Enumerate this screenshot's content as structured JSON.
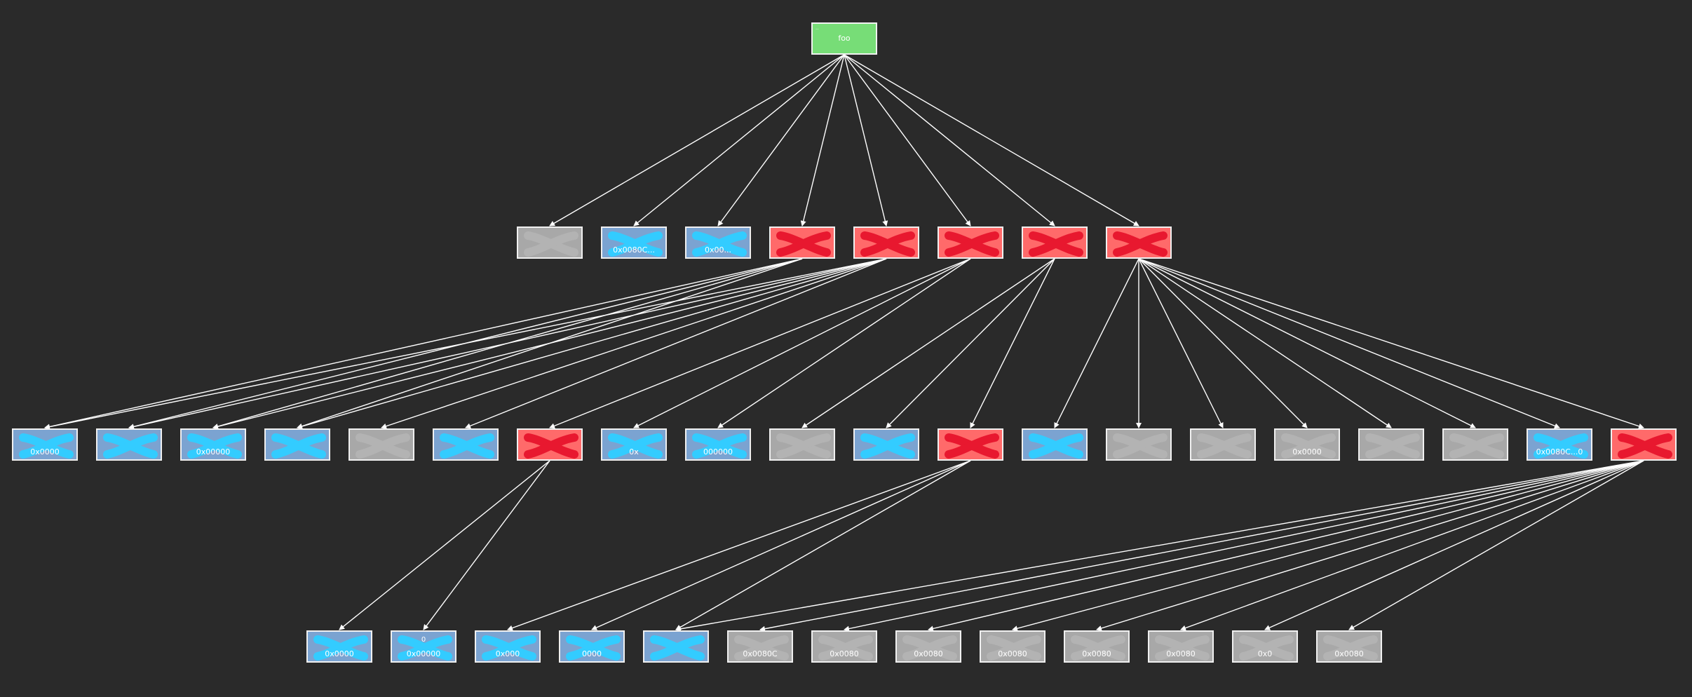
{
  "root": {
    "id": "root",
    "title": "foo",
    "tag": "..",
    "kind": "root"
  },
  "levels": [
    [
      {
        "id": "l1-0",
        "kind": "grey",
        "title": "",
        "addr": ""
      },
      {
        "id": "l1-1",
        "kind": "blue",
        "title": "",
        "addr": "0x0080C..."
      },
      {
        "id": "l1-2",
        "kind": "blue",
        "title": "",
        "addr": "0x00..."
      },
      {
        "id": "l1-3",
        "kind": "red",
        "title": "",
        "addr": ""
      },
      {
        "id": "l1-4",
        "kind": "red",
        "title": "",
        "addr": ""
      },
      {
        "id": "l1-5",
        "kind": "red",
        "title": "",
        "addr": ""
      },
      {
        "id": "l1-6",
        "kind": "red",
        "title": "",
        "addr": ""
      },
      {
        "id": "l1-7",
        "kind": "red",
        "title": "",
        "addr": ""
      }
    ],
    [
      {
        "id": "l2-0",
        "kind": "blue",
        "title": "",
        "addr": "0x0000"
      },
      {
        "id": "l2-1",
        "kind": "blue",
        "title": "",
        "addr": ""
      },
      {
        "id": "l2-2",
        "kind": "blue",
        "title": "",
        "addr": "0x00000"
      },
      {
        "id": "l2-3",
        "kind": "blue",
        "title": "",
        "addr": ""
      },
      {
        "id": "l2-4",
        "kind": "grey",
        "title": "",
        "addr": ""
      },
      {
        "id": "l2-5",
        "kind": "blue",
        "title": "",
        "addr": ""
      },
      {
        "id": "l2-6",
        "kind": "red",
        "title": "",
        "addr": ""
      },
      {
        "id": "l2-7",
        "kind": "blue",
        "title": "",
        "addr": "0x"
      },
      {
        "id": "l2-8",
        "kind": "blue",
        "title": "",
        "addr": "000000"
      },
      {
        "id": "l2-9",
        "kind": "grey",
        "title": "",
        "addr": ""
      },
      {
        "id": "l2-10",
        "kind": "blue",
        "title": "",
        "addr": ""
      },
      {
        "id": "l2-11",
        "kind": "red",
        "title": "",
        "addr": ""
      },
      {
        "id": "l2-12",
        "kind": "blue",
        "title": "",
        "addr": ""
      },
      {
        "id": "l2-13",
        "kind": "grey",
        "title": "",
        "addr": ""
      },
      {
        "id": "l2-14",
        "kind": "grey",
        "title": "",
        "addr": ""
      },
      {
        "id": "l2-15",
        "kind": "grey",
        "title": "",
        "addr": "0x0000"
      },
      {
        "id": "l2-16",
        "kind": "grey",
        "title": "",
        "addr": ""
      },
      {
        "id": "l2-17",
        "kind": "grey",
        "title": "",
        "addr": ""
      },
      {
        "id": "l2-18",
        "kind": "blue",
        "title": "",
        "addr": "0x0080C...0"
      },
      {
        "id": "l2-19",
        "kind": "red",
        "title": "",
        "addr": ""
      }
    ],
    [
      {
        "id": "l3-0",
        "kind": "blue",
        "title": "",
        "addr": "0x0000"
      },
      {
        "id": "l3-1",
        "kind": "blue",
        "title": "0",
        "addr": "0x00000"
      },
      {
        "id": "l3-2",
        "kind": "blue",
        "title": "",
        "addr": "0x000"
      },
      {
        "id": "l3-3",
        "kind": "blue",
        "title": "",
        "addr": "0000"
      },
      {
        "id": "l3-4",
        "kind": "blue",
        "title": "",
        "addr": ""
      },
      {
        "id": "l3-5",
        "kind": "grey",
        "title": "",
        "addr": "0x0080C"
      },
      {
        "id": "l3-6",
        "kind": "grey",
        "title": "",
        "addr": "0x0080"
      },
      {
        "id": "l3-7",
        "kind": "grey",
        "title": "",
        "addr": "0x0080"
      },
      {
        "id": "l3-8",
        "kind": "grey",
        "title": "",
        "addr": "0x0080"
      },
      {
        "id": "l3-9",
        "kind": "grey",
        "title": "",
        "addr": "0x0080"
      },
      {
        "id": "l3-10",
        "kind": "grey",
        "title": "",
        "addr": "0x0080"
      },
      {
        "id": "l3-11",
        "kind": "grey",
        "title": "",
        "addr": "0x0"
      },
      {
        "id": "l3-12",
        "kind": "grey",
        "title": "",
        "addr": "0x0080"
      }
    ]
  ],
  "edges": [
    [
      "root",
      "l1-0"
    ],
    [
      "root",
      "l1-1"
    ],
    [
      "root",
      "l1-2"
    ],
    [
      "root",
      "l1-3"
    ],
    [
      "root",
      "l1-4"
    ],
    [
      "root",
      "l1-5"
    ],
    [
      "root",
      "l1-6"
    ],
    [
      "root",
      "l1-7"
    ],
    [
      "l1-3",
      "l2-0"
    ],
    [
      "l1-3",
      "l2-1"
    ],
    [
      "l1-3",
      "l2-2"
    ],
    [
      "l1-3",
      "l2-3"
    ],
    [
      "l1-4",
      "l2-0"
    ],
    [
      "l1-4",
      "l2-1"
    ],
    [
      "l1-4",
      "l2-2"
    ],
    [
      "l1-4",
      "l2-3"
    ],
    [
      "l1-4",
      "l2-4"
    ],
    [
      "l1-4",
      "l2-5"
    ],
    [
      "l1-5",
      "l2-6"
    ],
    [
      "l1-5",
      "l2-7"
    ],
    [
      "l1-5",
      "l2-8"
    ],
    [
      "l1-6",
      "l2-9"
    ],
    [
      "l1-6",
      "l2-10"
    ],
    [
      "l1-6",
      "l2-11"
    ],
    [
      "l1-7",
      "l2-12"
    ],
    [
      "l1-7",
      "l2-13"
    ],
    [
      "l1-7",
      "l2-14"
    ],
    [
      "l1-7",
      "l2-15"
    ],
    [
      "l1-7",
      "l2-16"
    ],
    [
      "l1-7",
      "l2-17"
    ],
    [
      "l1-7",
      "l2-18"
    ],
    [
      "l1-7",
      "l2-19"
    ],
    [
      "l2-6",
      "l3-0"
    ],
    [
      "l2-6",
      "l3-1"
    ],
    [
      "l2-11",
      "l3-2"
    ],
    [
      "l2-11",
      "l3-3"
    ],
    [
      "l2-11",
      "l3-4"
    ],
    [
      "l2-19",
      "l3-4"
    ],
    [
      "l2-19",
      "l3-5"
    ],
    [
      "l2-19",
      "l3-6"
    ],
    [
      "l2-19",
      "l3-7"
    ],
    [
      "l2-19",
      "l3-8"
    ],
    [
      "l2-19",
      "l3-9"
    ],
    [
      "l2-19",
      "l3-10"
    ],
    [
      "l2-19",
      "l3-11"
    ],
    [
      "l2-19",
      "l3-12"
    ]
  ],
  "colors": {
    "background": "#2a2a2a",
    "root_fill": "#77dd77",
    "grey_fill": "#a8a8a8",
    "blue_fill": "#7ba3d1",
    "red_fill": "#ff6a6a",
    "blue_mark": "#33ccff",
    "red_mark": "#e8182f",
    "grey_mark": "#b3b3b3",
    "edge": "#ffffff",
    "border": "#f0f0f0"
  }
}
